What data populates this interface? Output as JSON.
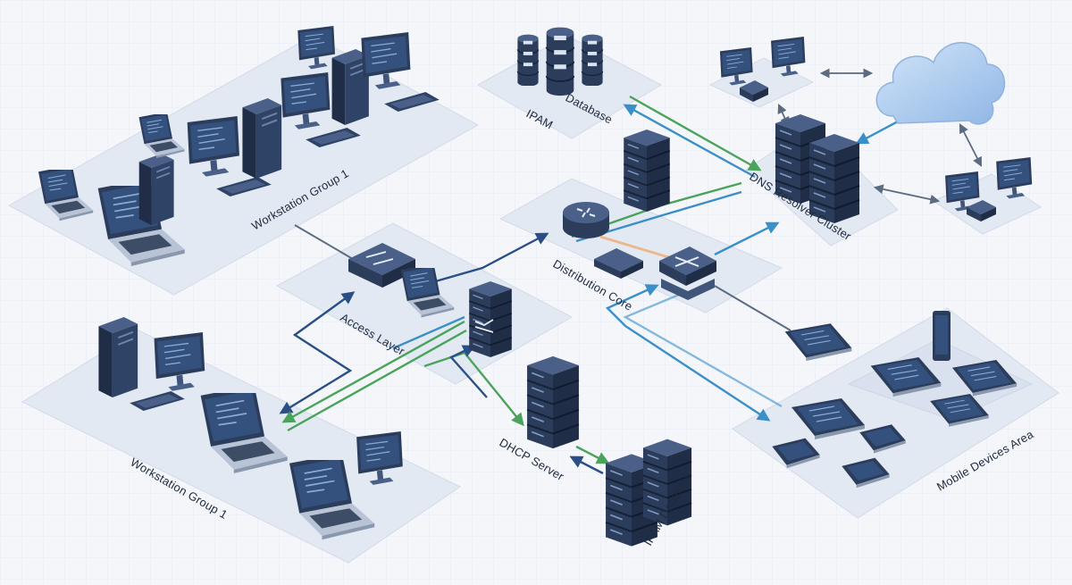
{
  "labels": {
    "workstation_group_top": "Workstation Group 1",
    "workstation_group_bottom": "Workstation Group 1",
    "access_layer": "Access Layer",
    "distribution_core": "Distribution Core",
    "dns_resolver_cluster": "DNS Resolver Cluster",
    "ipam_top_word1": "IPAM",
    "ipam_top_word2": "Database",
    "dhcp_server": "DHCP Server",
    "ipam_bottom": "IPAM Database",
    "mobile_devices_area": "Mobile Devices Area"
  },
  "colors": {
    "background": "#f4f6fa",
    "platform": "#e3e9f3",
    "device_dark": "#2c3d5c",
    "device_mid": "#3f5579",
    "screen": "#34507d",
    "link_dark_blue": "#2a4f86",
    "link_green": "#4aa35a",
    "link_light_blue": "#3b8fc9",
    "link_gray": "#5b6b80",
    "link_orange": "#e9b98a",
    "cloud": "#a9c9ee"
  },
  "icons": [
    "laptop-icon",
    "desktop-tower-icon",
    "monitor-icon",
    "server-rack-icon",
    "database-icon",
    "router-icon",
    "switch-icon",
    "cloud-icon",
    "tablet-icon",
    "phone-icon"
  ]
}
